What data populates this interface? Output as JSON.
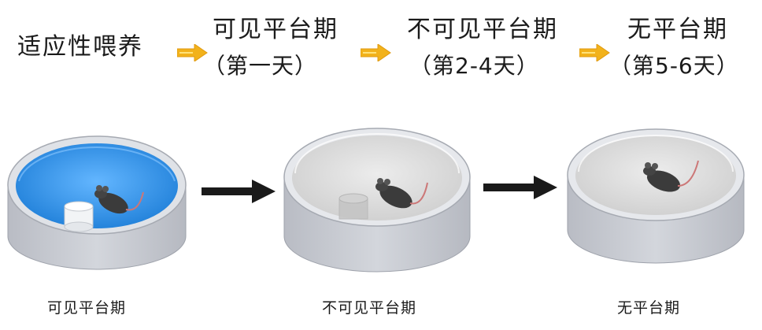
{
  "header": {
    "acclimation": "适应性喂养",
    "stage1_title": "可见平台期",
    "stage1_days": "（第一天）",
    "stage2_title": "不可见平台期",
    "stage2_days": "（第2-4天）",
    "stage3_title": "无平台期",
    "stage3_days": "（第5-6天）"
  },
  "captions": {
    "pool1": "可见平台期",
    "pool2": "不可见平台期",
    "pool3": "无平台期"
  },
  "colors": {
    "small_arrow": "#f2b21b",
    "big_arrow": "#1a1a1a",
    "pool_wall": "#c9ccd3",
    "water_blue": "#2f8fe6",
    "water_gray": "#d7d7d7"
  }
}
